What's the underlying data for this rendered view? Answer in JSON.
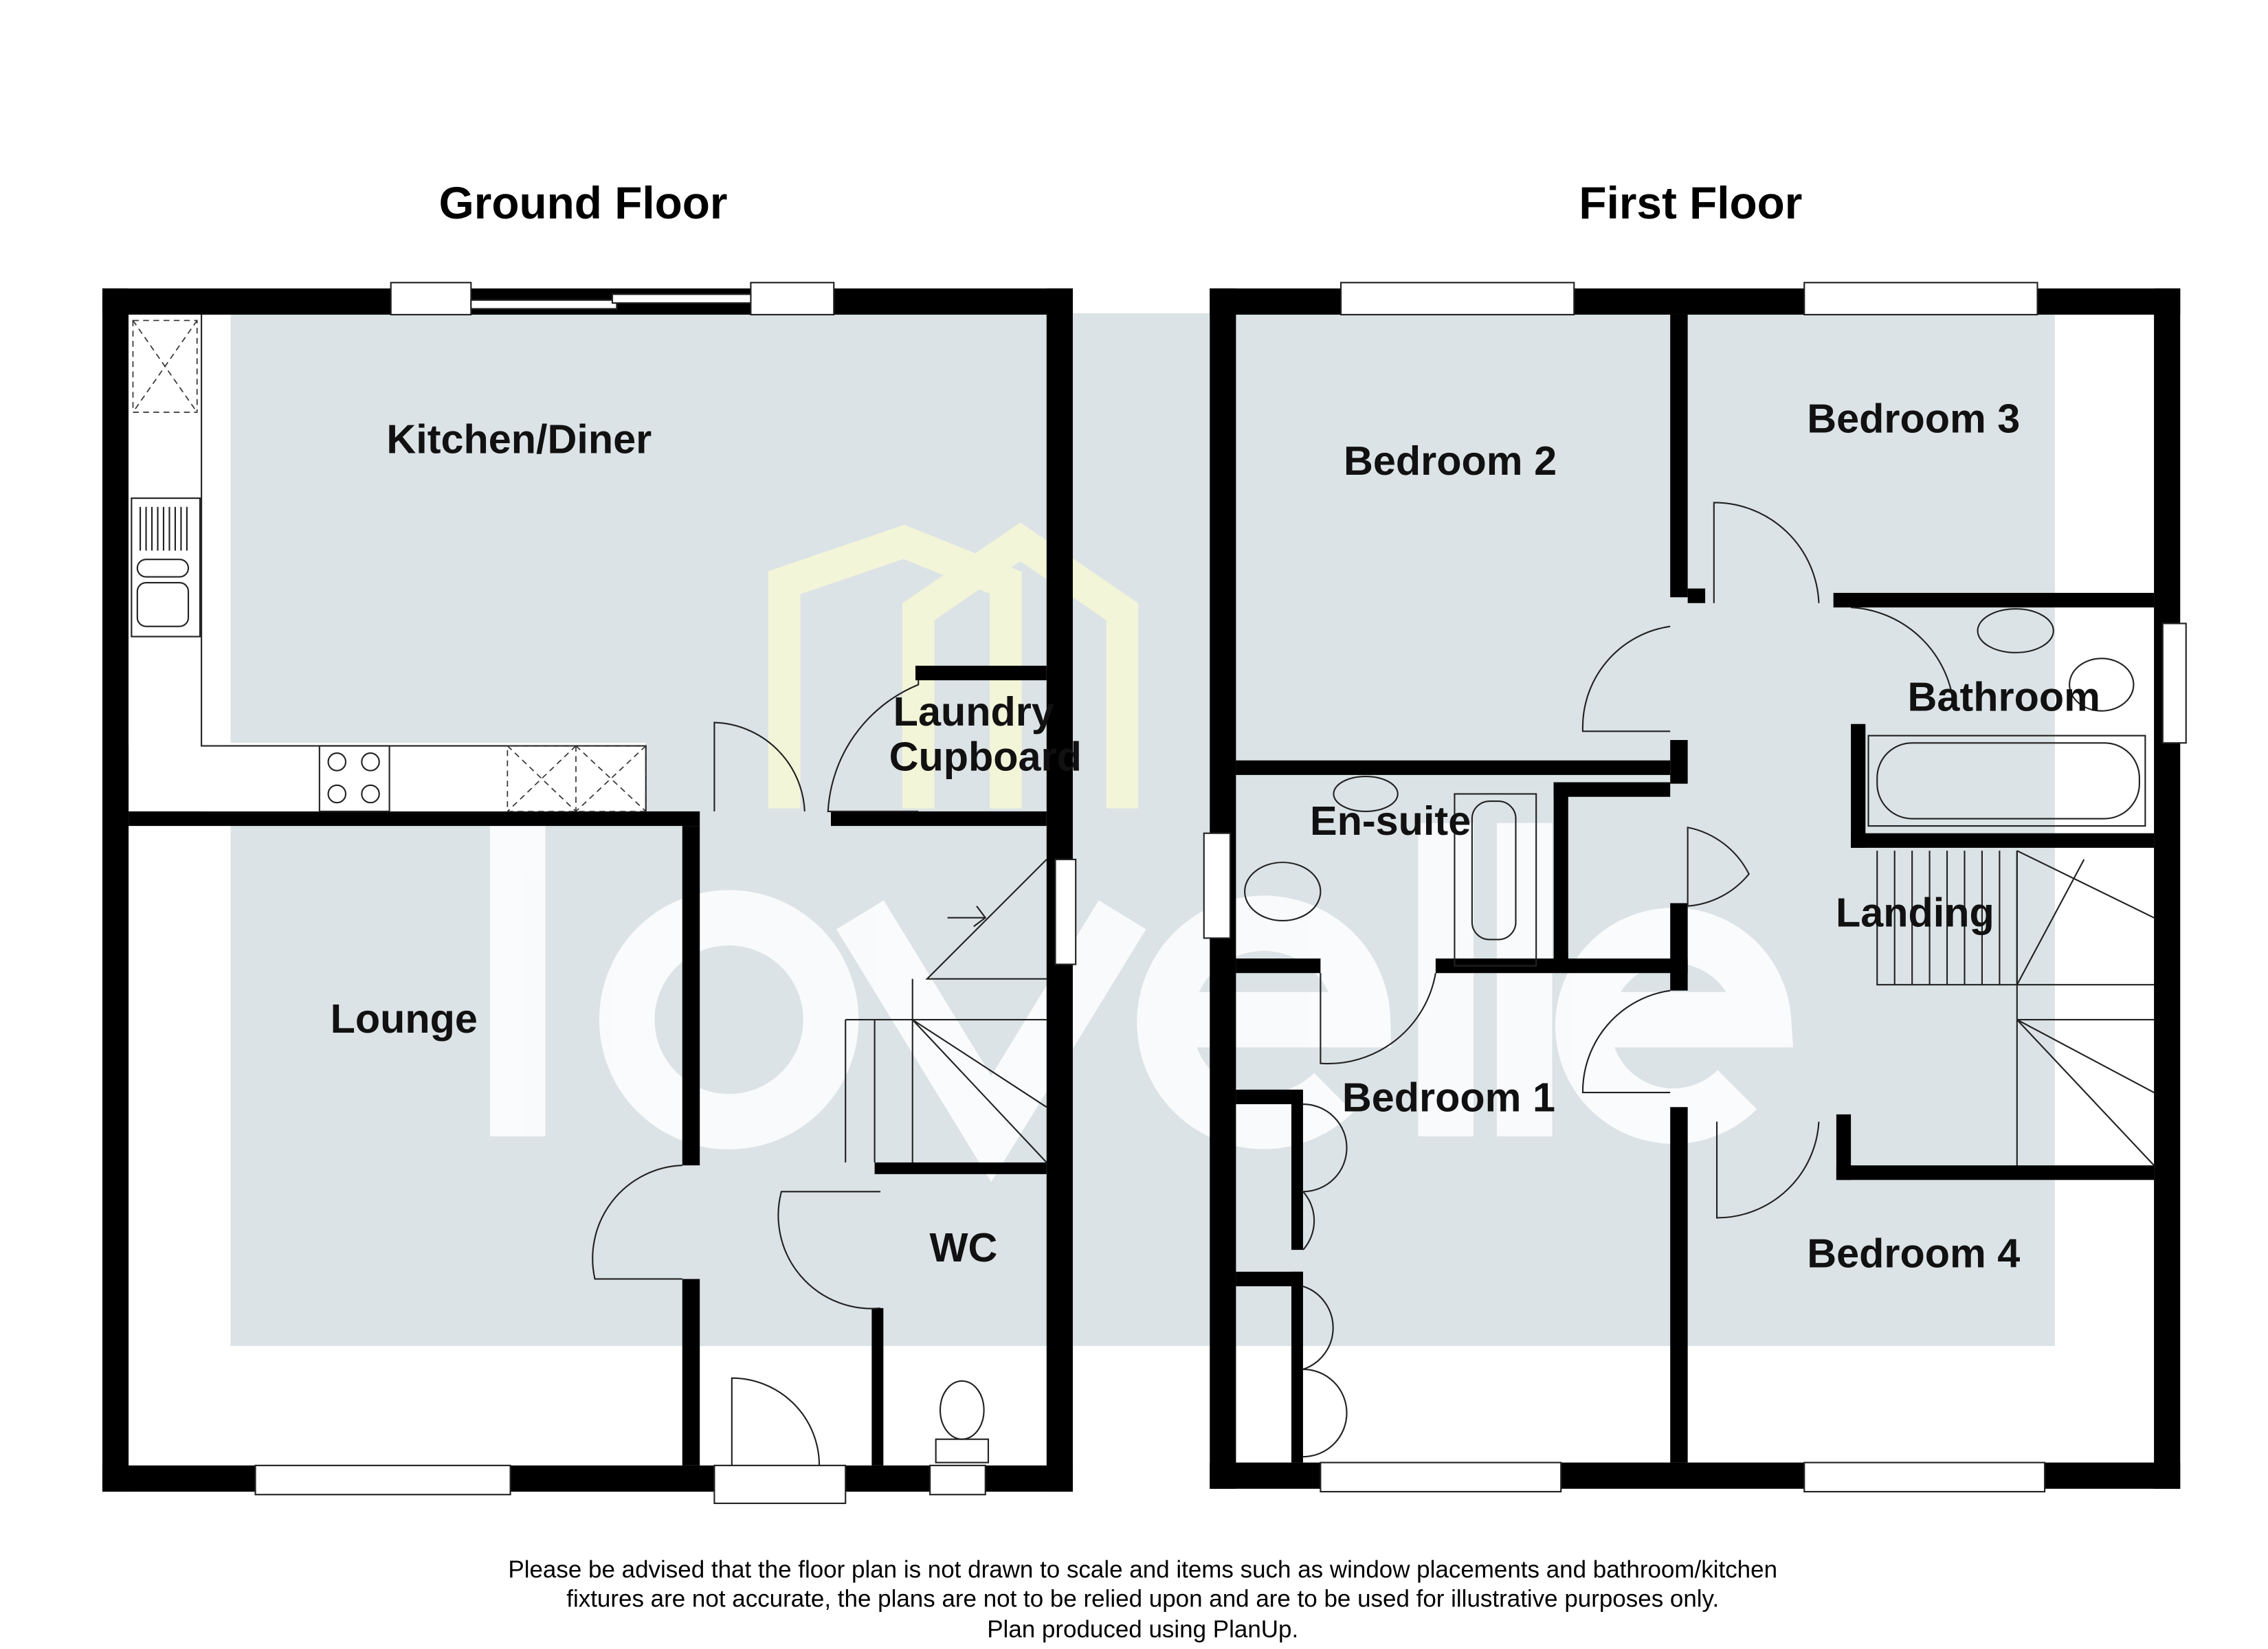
{
  "titles": {
    "ground": "Ground Floor",
    "first": "First Floor"
  },
  "ground_floor": {
    "rooms": [
      "Kitchen/Diner",
      "Laundry",
      "Cupboard",
      "Lounge",
      "WC"
    ]
  },
  "first_floor": {
    "rooms": [
      "Bedroom 2",
      "Bedroom 3",
      "Bathroom",
      "En-suite",
      "Landing",
      "Bedroom 1",
      "Bedroom 4"
    ]
  },
  "watermark": {
    "brand": "lovelle",
    "colors": {
      "panel": "#dce3e6",
      "logo": "#f3f5d8"
    }
  },
  "disclaimer": {
    "line1": "Please be advised that the floor plan is not drawn to scale and items such as window placements and bathroom/kitchen",
    "line2": "fixtures are not accurate, the plans are not to be relied upon and are to be used for illustrative purposes only.",
    "line3": "Plan produced using PlanUp."
  }
}
